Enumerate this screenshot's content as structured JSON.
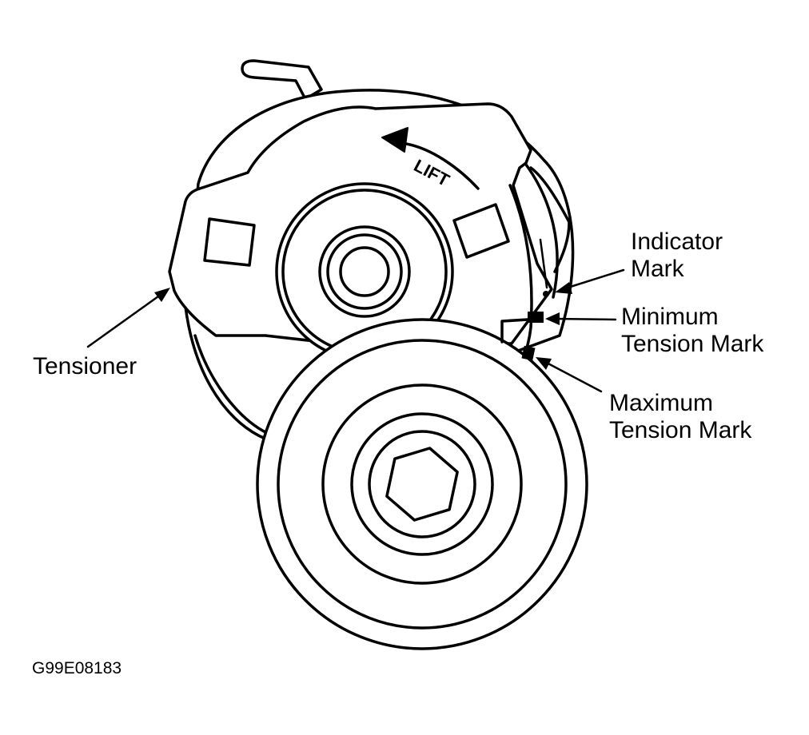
{
  "labels": {
    "tensioner": "Tensioner",
    "indicator_line1": "Indicator",
    "indicator_line2": "Mark",
    "minimum_line1": "Minimum",
    "minimum_line2": "Tension Mark",
    "maximum_line1": "Maximum",
    "maximum_line2": "Tension Mark",
    "lift": "LIFT",
    "figure_code": "G99E08183"
  },
  "colors": {
    "ink": "#000000",
    "paper": "#ffffff"
  }
}
